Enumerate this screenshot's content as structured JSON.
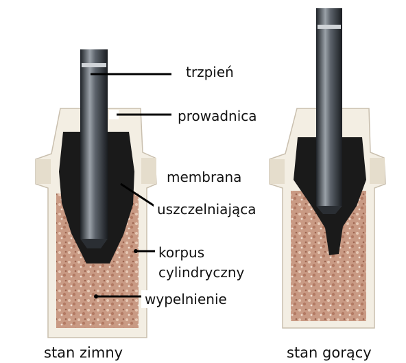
{
  "labels": {
    "trzpien": "trzpień",
    "prowadnica": "prowadnica",
    "membrana": "membrana",
    "uszczelniajaca": "uszczelniająca",
    "korpus": "korpus",
    "cylindryczny": "cylindryczny",
    "wypelnienie": "wypelnienie"
  },
  "captions": {
    "cold": "stan zimny",
    "hot": "stan gorący"
  },
  "colors": {
    "filler": "#c99a84",
    "membrane": "#1a1a1a",
    "body_white": "#f3eee3",
    "rod": "#3a3f45",
    "background": "#ffffff"
  }
}
